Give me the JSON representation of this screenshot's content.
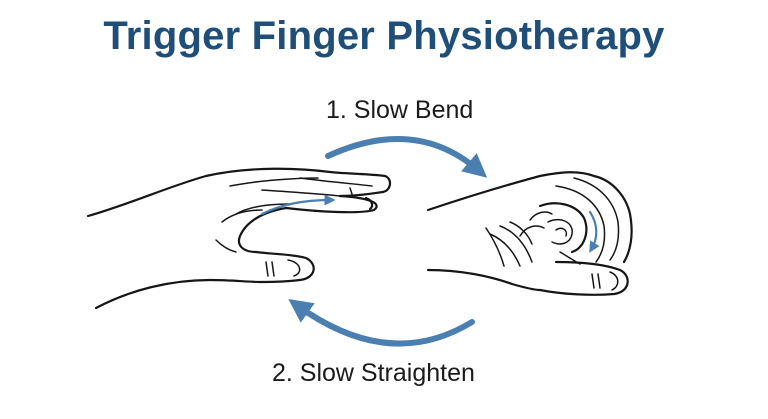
{
  "title": "Trigger Finger Physiotherapy",
  "steps": [
    {
      "label": "1. Slow Bend"
    },
    {
      "label": "2. Slow Straighten"
    }
  ],
  "colors": {
    "title": "#1f4e79",
    "arrow": "#4a7fb0",
    "ink": "#161616"
  }
}
